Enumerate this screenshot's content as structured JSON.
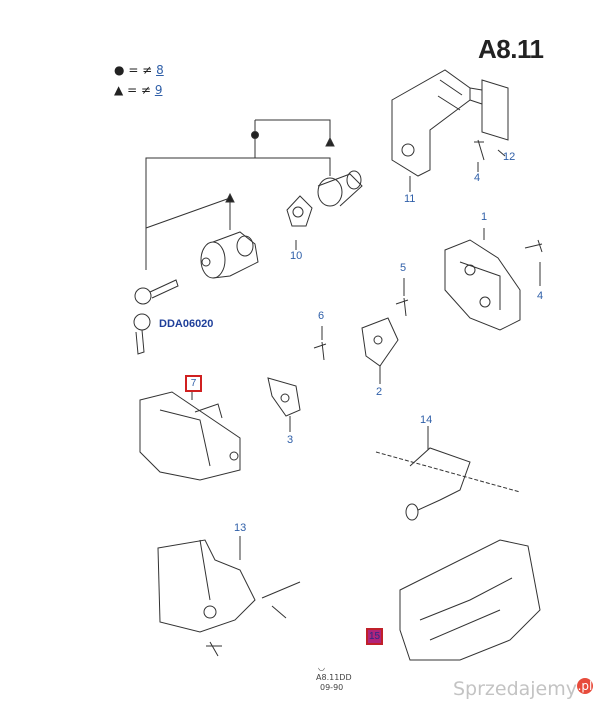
{
  "title": "A8.11",
  "legend": [
    {
      "symbol": "●",
      "relation": "= ≠",
      "ref": "8"
    },
    {
      "symbol": "▲",
      "relation": "= ≠",
      "ref": "9"
    }
  ],
  "part_code": "DDA06020",
  "callouts": {
    "c1": "1",
    "c2": "2",
    "c3": "3",
    "c4a": "4",
    "c4b": "4",
    "c5": "5",
    "c6": "6",
    "c7": "7",
    "c10": "10",
    "c11": "11",
    "c12": "12",
    "c13": "13",
    "c14": "14",
    "c15": "15"
  },
  "footer": {
    "line1": "A8.11DD",
    "line2": "09-90"
  },
  "watermark": "Sprzedajemy",
  "watermark_badge": ".pl"
}
